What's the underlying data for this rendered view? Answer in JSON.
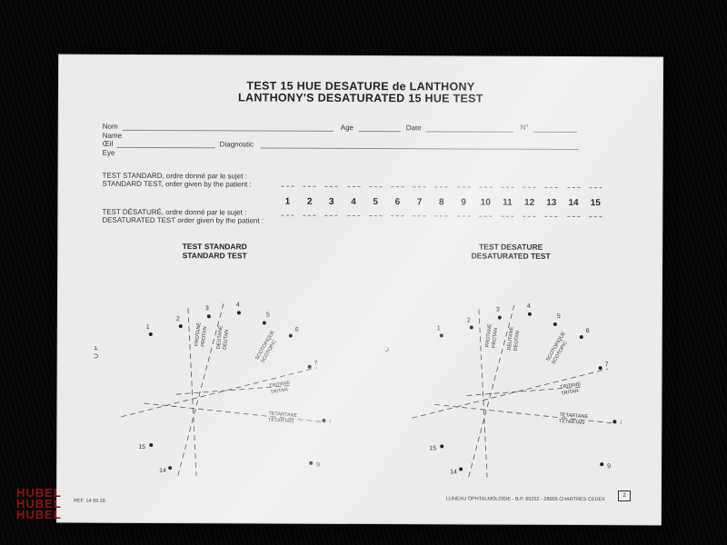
{
  "title_fr": "TEST 15 HUE DESATURE de LANTHONY",
  "title_en": "LANTHONY'S DESATURATED 15 HUE TEST",
  "fields": {
    "nom": "Nom",
    "name": "Name",
    "age": "Age",
    "date": "Date",
    "no": "N°",
    "oeil": "Œil",
    "eye": "Eye",
    "diagnostic": "Diagnostic"
  },
  "standard_fr": "TEST STANDARD, ordre donné par le sujet :",
  "standard_en": "STANDARD TEST, order given by the patient :",
  "desat_fr": "TEST DÉSATURÉ, ordre donné par le sujet :",
  "desat_en": "DESATURATED TEST order given by the patient :",
  "sequence": [
    "1",
    "2",
    "3",
    "4",
    "5",
    "6",
    "7",
    "8",
    "9",
    "10",
    "11",
    "12",
    "13",
    "14",
    "15"
  ],
  "left_chart": {
    "title": "TEST STANDARD",
    "subtitle": "STANDARD TEST",
    "side_label": "P\nO",
    "axes": {
      "protan": "PROTANE\nPROTAN",
      "deutan": "DEUTANE\nDEUTAN",
      "scotopic": "SCOTOPIQUE\nSCOTOPIC",
      "tritan": "TRITANE\nTRITAN",
      "tetartan": "TETARTANE\nTETARTAN"
    }
  },
  "right_chart": {
    "title": "TEST DESATURE",
    "subtitle": "DESATURATED TEST",
    "side_label": "C",
    "axes": {
      "protan": "PROTANE\nPROTAN",
      "deutan": "DEUTANE\nDEUTAN",
      "scotopic": "SCOTOPIQUE\nSCOTOPIC",
      "tritan": "TRITANE\nTRITAN",
      "tetartan": "TETARTANE\nTETARTAN"
    }
  },
  "footer_ref": "REF. 14 59 20",
  "footer_company": "LUNEAU OPHTALMOLOGIE - B.P. 60252 - 28005 CHARTRES CEDEX",
  "badge": "2",
  "watermark": "HUBEL"
}
